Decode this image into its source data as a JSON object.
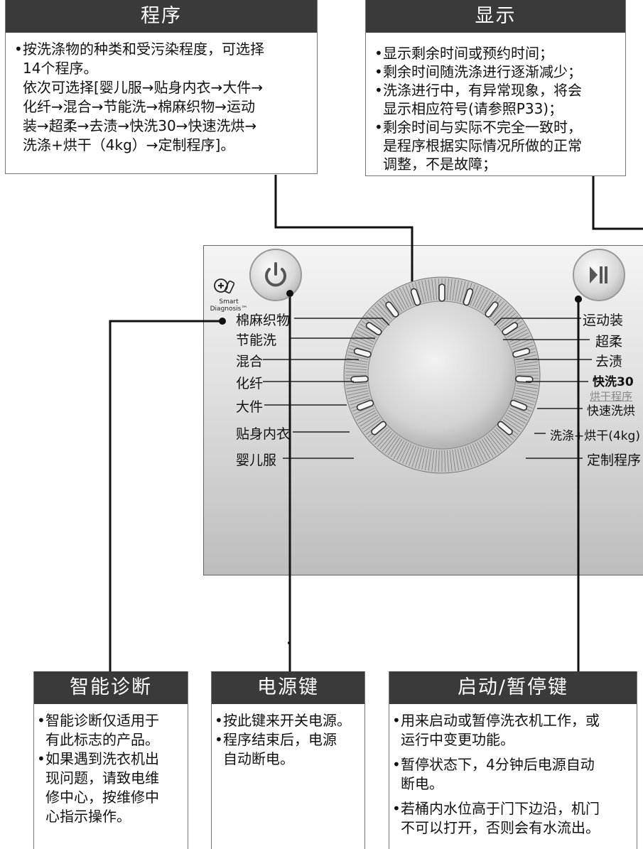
{
  "program_box": {
    "title": "程序",
    "item1_line1": "按洗涤物的种类和受污染程度，可选择",
    "item1_line2": "14个程序。",
    "item1_line3": "依次可选择[婴儿服→贴身内衣→大件→",
    "item1_line4": "化纤→混合→节能洗→棉麻织物→运动",
    "item1_line5": "装→超柔→去渍→快洗30→快速洗烘→",
    "item1_line6": "洗涤+烘干（4kg）→定制程序]。"
  },
  "display_box": {
    "title": "显示",
    "item1": "显示剩余时间或预约时间；",
    "item2": "剩余时间随洗涤进行逐渐减少；",
    "item3_line1": "洗涤进行中，有异常现象，将会",
    "item3_line2": "显示相应符号(请参照P33)；",
    "item4_line1": "剩余时间与实际不完全一致时，",
    "item4_line2": "是程序根据实际情况所做的正常",
    "item4_line3": "调整，不是故障；"
  },
  "dial_labels_left": [
    "棉麻织物",
    "节能洗",
    "混合",
    "化纤",
    "大件",
    "贴身内衣",
    "婴儿服"
  ],
  "dial_labels_right": [
    "运动装",
    "超柔",
    "去渍",
    "快洗30",
    "烘干程序",
    "快速洗烘",
    "洗涤+烘干(4kg)",
    "定制程序"
  ],
  "smart_diagnosis": {
    "line1": "Smart",
    "line2": "Diagnosis™"
  },
  "diagnosis_box": {
    "title": "智能诊断",
    "item1_line1": "智能诊断仅适用于",
    "item1_line2": "有此标志的产品。",
    "item2_line1": "如果遇到洗衣机出",
    "item2_line2": "现问题，请致电维",
    "item2_line3": "修中心，按维修中",
    "item2_line4": "心指示操作。"
  },
  "power_box": {
    "title": "电源键",
    "item1": "按此键来开关电源。",
    "item2_line1": "程序结束后，电源",
    "item2_line2": "自动断电。"
  },
  "start_box": {
    "title": "启动/暂停键",
    "item1_line1": "用来启动或暂停洗衣机工作，或",
    "item1_line2": "运行中变更功能。",
    "item2_line1": "暂停状态下，4分钟后电源自动",
    "item2_line2": "断电。",
    "item3_line1": "若桶内水位高于门下边沿，机门",
    "item3_line2": "不可以打开，否则会有水流出。"
  }
}
